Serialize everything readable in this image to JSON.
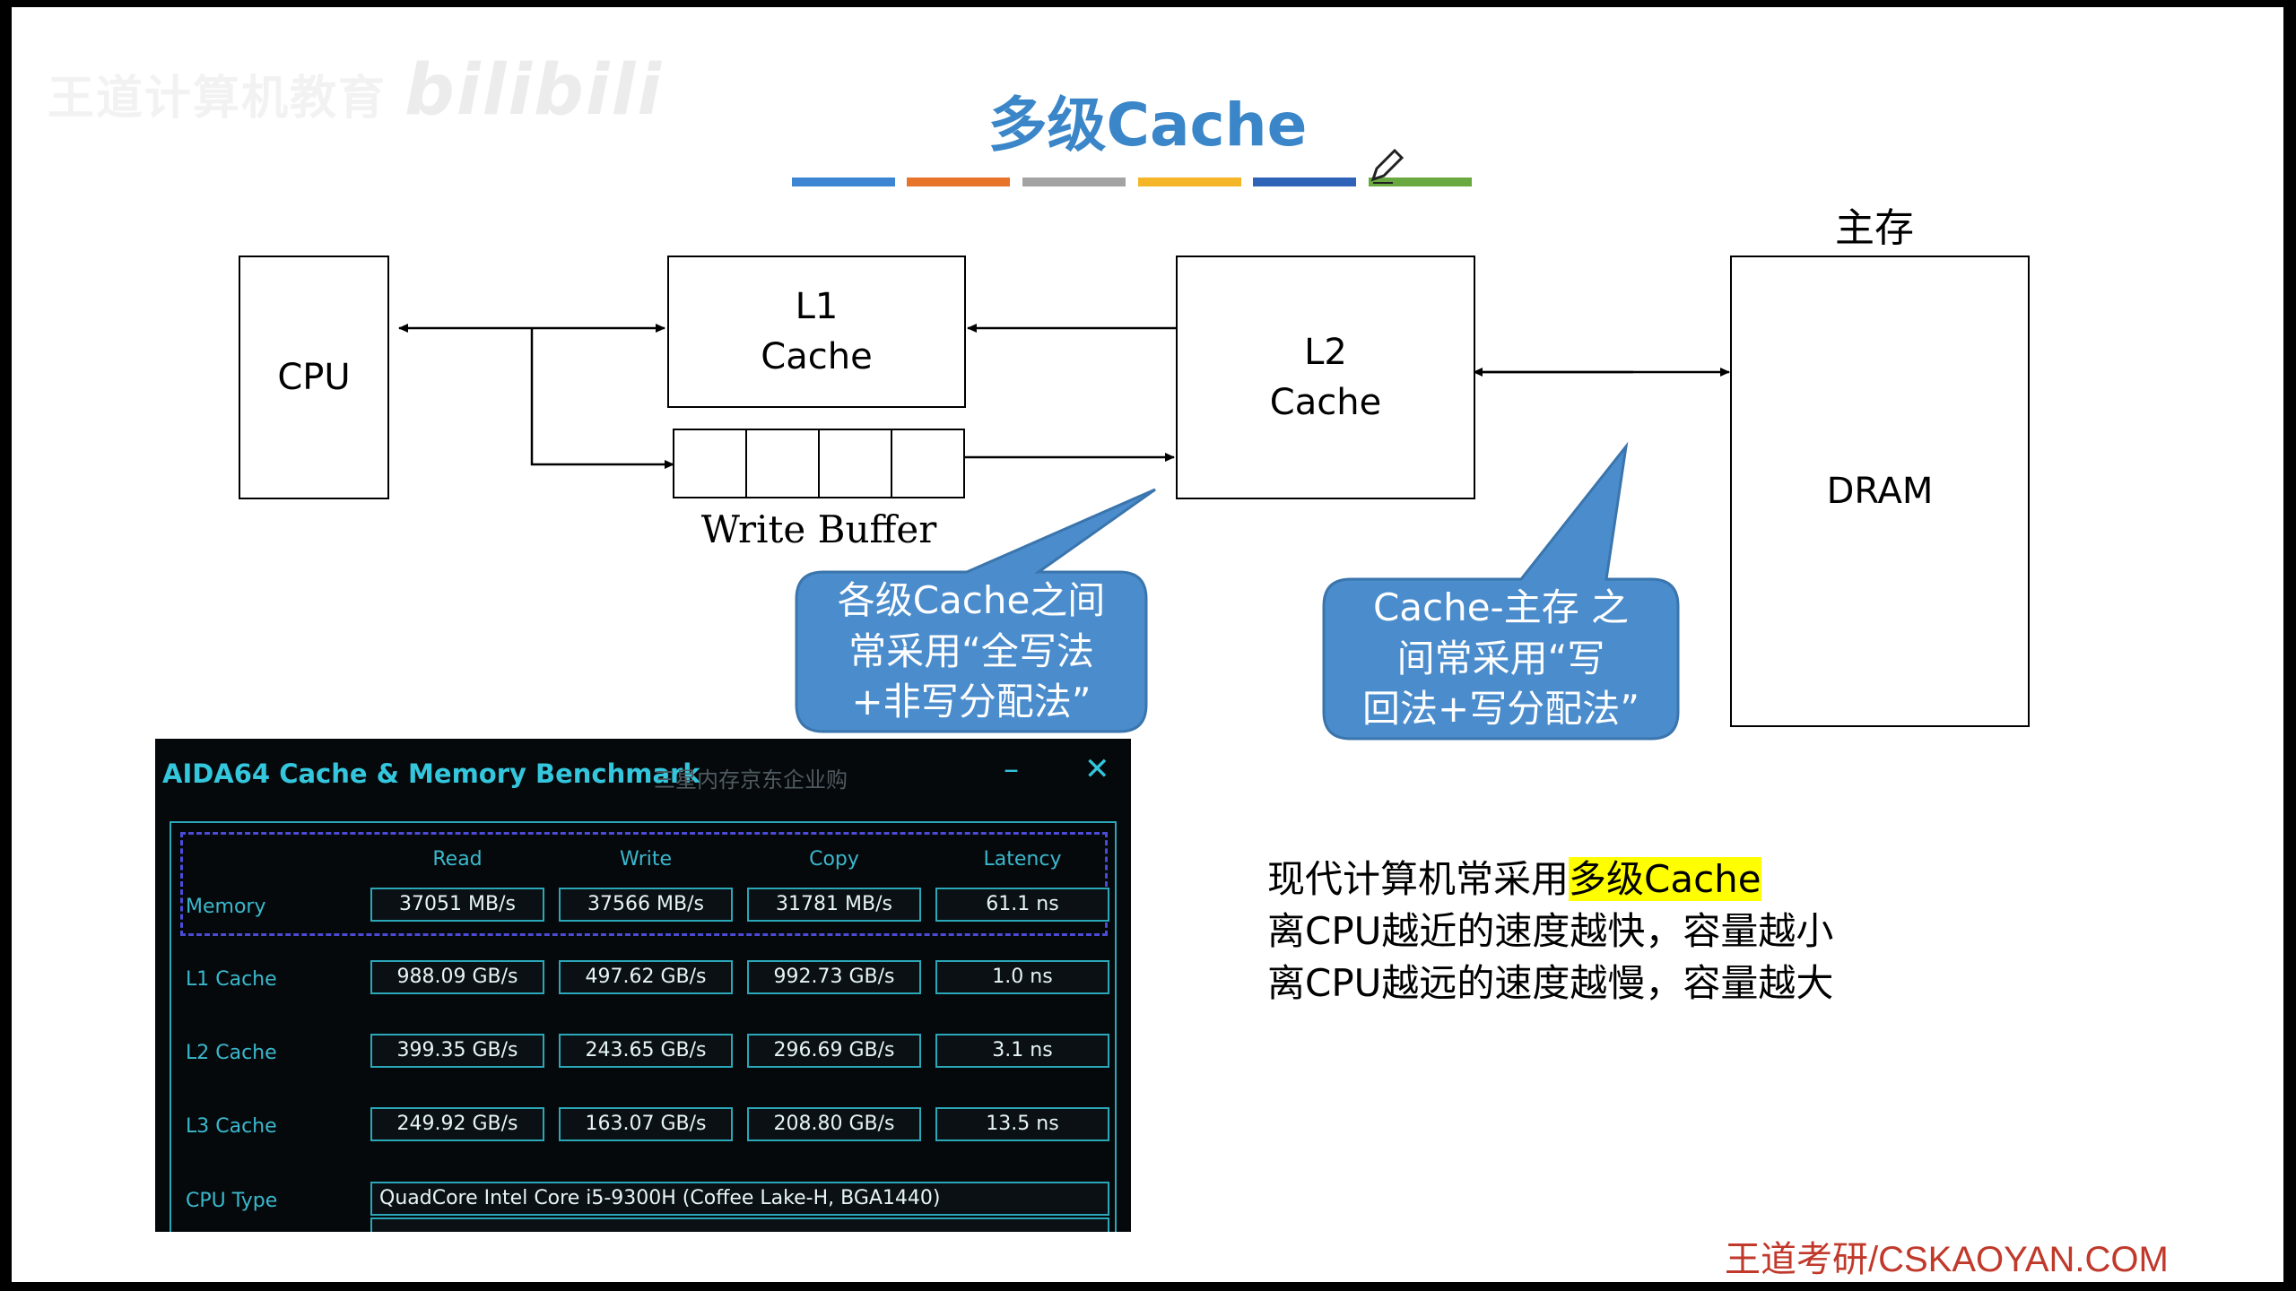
{
  "watermark": {
    "text": "王道计算机教育",
    "logo": "bilibili"
  },
  "title": "多级Cache",
  "title_bar_colors": [
    "#3d85d3",
    "#e8742b",
    "#a3a3a3",
    "#f4b528",
    "#2f63b8",
    "#6aa840"
  ],
  "diagram": {
    "cpu": "CPU",
    "l1_line1": "L1",
    "l1_line2": "Cache",
    "l2_line1": "L2",
    "l2_line2": "Cache",
    "main_memory_label": "主存",
    "dram": "DRAM",
    "write_buffer": "Write Buffer",
    "callout_left": [
      "各级Cache之间",
      "常采用“全写法",
      "+非写分配法”"
    ],
    "callout_right": [
      "Cache-主存 之",
      "间常采用“写",
      "回法+写分配法”"
    ],
    "callout_color": "#4a8ccc"
  },
  "notes": {
    "line1_prefix": "现代计算机常采用",
    "line1_highlight": "多级Cache",
    "line2": "离CPU越近的速度越快，容量越小",
    "line3": "离CPU越远的速度越慢，容量越大"
  },
  "aida": {
    "title": "AIDA64 Cache & Memory Benchmark",
    "subtitle": "三星内存京东企业购",
    "minimize": "–",
    "close": "✕",
    "columns": [
      "Read",
      "Write",
      "Copy",
      "Latency"
    ],
    "rows": [
      {
        "label": "Memory",
        "values": [
          "37051 MB/s",
          "37566 MB/s",
          "31781 MB/s",
          "61.1 ns"
        ]
      },
      {
        "label": "L1 Cache",
        "values": [
          "988.09 GB/s",
          "497.62 GB/s",
          "992.73 GB/s",
          "1.0 ns"
        ]
      },
      {
        "label": "L2 Cache",
        "values": [
          "399.35 GB/s",
          "243.65 GB/s",
          "296.69 GB/s",
          "3.1 ns"
        ]
      },
      {
        "label": "L3 Cache",
        "values": [
          "249.92 GB/s",
          "163.07 GB/s",
          "208.80 GB/s",
          "13.5 ns"
        ]
      }
    ],
    "cpu_type_label": "CPU Type",
    "cpu_type_value": "QuadCore Intel Core i5-9300H  (Coffee Lake-H, BGA1440)"
  },
  "footer": "王道考研/CSKAOYAN.COM"
}
